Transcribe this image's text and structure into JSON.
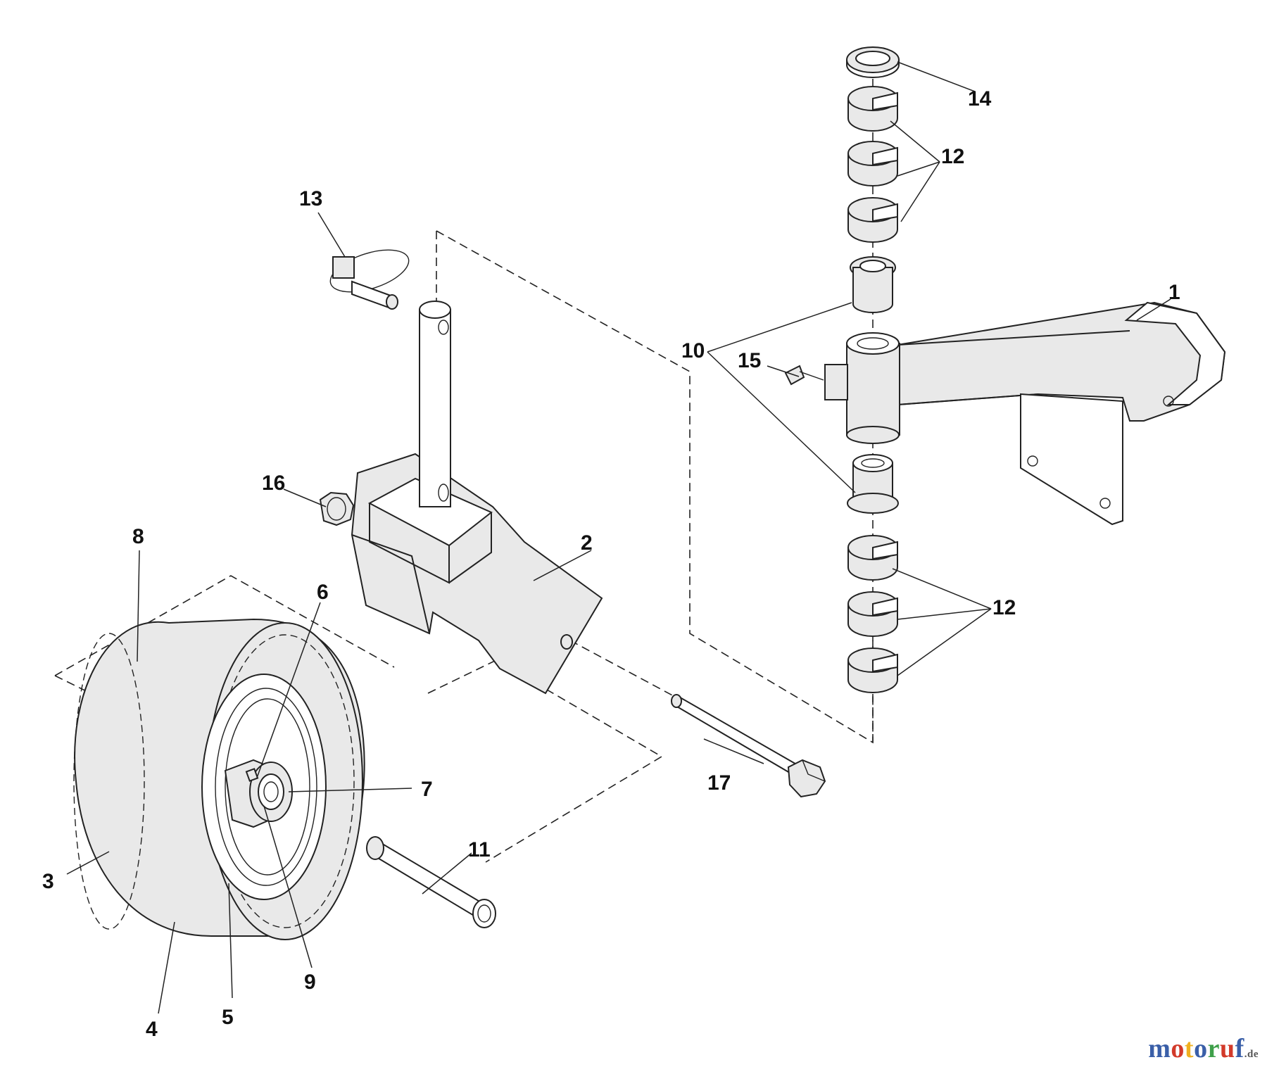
{
  "callouts": [
    {
      "id": "1",
      "text": "1"
    },
    {
      "id": "2",
      "text": "2"
    },
    {
      "id": "3",
      "text": "3"
    },
    {
      "id": "4",
      "text": "4"
    },
    {
      "id": "5",
      "text": "5"
    },
    {
      "id": "6",
      "text": "6"
    },
    {
      "id": "7",
      "text": "7"
    },
    {
      "id": "8",
      "text": "8"
    },
    {
      "id": "9",
      "text": "9"
    },
    {
      "id": "10",
      "text": "10"
    },
    {
      "id": "11",
      "text": "11"
    },
    {
      "id": "12a",
      "text": "12"
    },
    {
      "id": "12b",
      "text": "12"
    },
    {
      "id": "13",
      "text": "13"
    },
    {
      "id": "14",
      "text": "14"
    },
    {
      "id": "15",
      "text": "15"
    },
    {
      "id": "16",
      "text": "16"
    },
    {
      "id": "17",
      "text": "17"
    }
  ],
  "watermark": {
    "letters": [
      "m",
      "o",
      "t",
      "o",
      "r",
      "u",
      "f"
    ],
    "letter_colors": [
      "#3a5fa8",
      "#d23a2a",
      "#f0b020",
      "#3a5fa8",
      "#3fa04a",
      "#d23a2a",
      "#3a5fa8"
    ],
    "suffix": ".de",
    "suffix_color": "#555555"
  }
}
